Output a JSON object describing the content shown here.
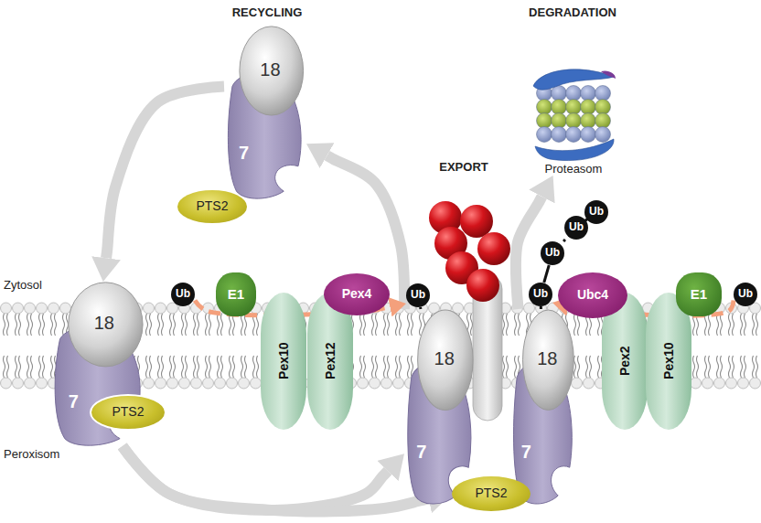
{
  "diagram": {
    "nodes": [
      {
        "text": [
          "18",
          "7"
        ]
      },
      {
        "text": [
          "Proteasom"
        ]
      },
      {
        "text": [
          "PTS2"
        ]
      },
      {
        "text": [
          "18",
          "7"
        ]
      },
      {
        "text": [
          "PTS2"
        ]
      },
      {
        "text": [
          "Ub"
        ]
      },
      {
        "text": [
          "E1"
        ]
      },
      {
        "text": [
          "Pex10"
        ]
      },
      {
        "text": [
          "Pex12"
        ]
      },
      {
        "text": [
          "Pex4"
        ]
      },
      {
        "text": [
          "Ub"
        ]
      },
      {
        "text": [
          "18",
          "7"
        ]
      },
      {
        "text": [
          "Ub"
        ]
      },
      {
        "text": [
          "Ub"
        ]
      },
      {
        "text": [
          "Ub"
        ]
      },
      {
        "text": [
          "Ub"
        ]
      },
      {
        "text": [
          "18",
          "7"
        ]
      },
      {
        "text": [
          "Ubc4"
        ]
      },
      {
        "text": [
          "E1"
        ]
      },
      {
        "text": [
          "Pex2"
        ]
      },
      {
        "text": [
          "Pex10"
        ]
      },
      {
        "text": [
          "Ub"
        ]
      },
      {
        "text": [
          "PTS2"
        ]
      }
    ],
    "edges": [
      {
        "from": 0,
        "to": 3,
        "arrow": "to"
      },
      {
        "from": 3,
        "to": 11,
        "arrow": "to"
      },
      {
        "from": 3,
        "to": 22,
        "arrow": "to"
      },
      {
        "from": 11,
        "to": 0,
        "arrow": "to"
      },
      {
        "from": 16,
        "to": 1,
        "arrow": "to"
      },
      {
        "from": 5,
        "to": 10,
        "arrow": "to"
      },
      {
        "from": 21,
        "to": 15,
        "arrow": "to"
      },
      {
        "from": 10,
        "to": 11,
        "arrow": "none"
      },
      {
        "from": 15,
        "to": 16,
        "arrow": "none"
      },
      {
        "from": 15,
        "to": 14,
        "arrow": "none"
      },
      {
        "from": 14,
        "to": 13,
        "arrow": "none"
      },
      {
        "from": 13,
        "to": 12,
        "arrow": "none"
      }
    ],
    "labels": [
      "RECYCLING",
      "DEGRADATION",
      "EXPORT",
      "Zytosol",
      "Peroxisom"
    ]
  }
}
